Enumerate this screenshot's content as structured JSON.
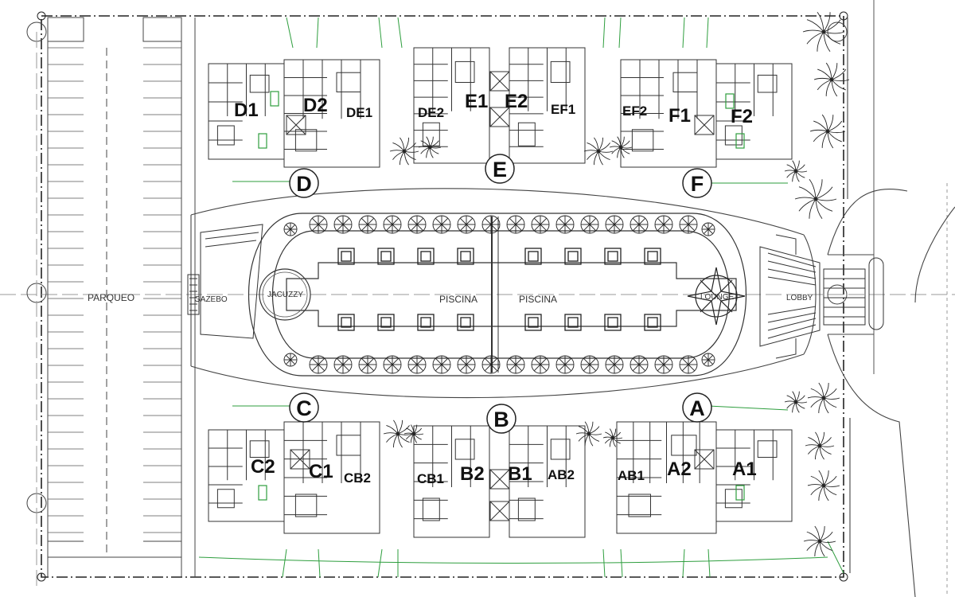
{
  "areas": {
    "parqueo": "PARQUEO",
    "gazebo": "GAZEBO",
    "jacuzzy": "JACUZZY",
    "piscina_left": "PISCINA",
    "piscina_right": "PISCINA",
    "lounge": "LOUNGE",
    "lobby": "LOBBY"
  },
  "blocks": {
    "a": "A",
    "b": "B",
    "c": "C",
    "d": "D",
    "e": "E",
    "f": "F"
  },
  "units": {
    "d1": "D1",
    "d2": "D2",
    "de1": "DE1",
    "de2": "DE2",
    "e1": "E1",
    "e2": "E2",
    "ef1": "EF1",
    "ef2": "EF2",
    "f1": "F1",
    "f2": "F2",
    "c2": "C2",
    "c1": "C1",
    "cb2": "CB2",
    "cb1": "CB1",
    "b2": "B2",
    "b1": "B1",
    "ab2": "AB2",
    "ab1": "AB1",
    "a2": "A2",
    "a1": "A1"
  },
  "colors": {
    "line": "#333333",
    "green": "#2e9e3e",
    "background": "#ffffff"
  }
}
